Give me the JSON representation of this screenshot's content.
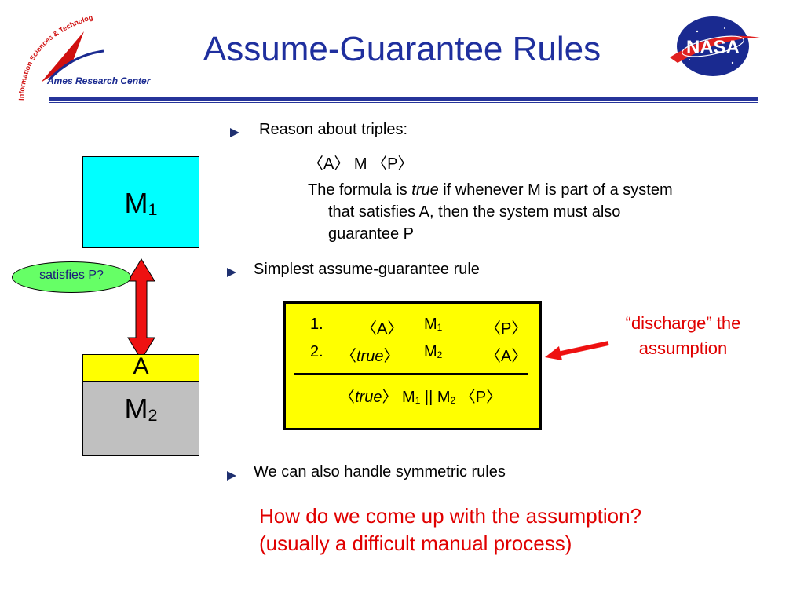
{
  "header": {
    "title": "Assume-Guarantee Rules",
    "ames_logo_text": "Ames Research Center",
    "ames_logo_arc_text": "Information Sciences & Technology",
    "nasa_logo_text": "NASA"
  },
  "diagram": {
    "m1_letter": "M",
    "m1_sub": "1",
    "a_label": "A",
    "m2_letter": "M",
    "m2_sub": "2",
    "satisfies_label": "satisfies P?"
  },
  "bullets": {
    "b1": "Reason about triples:",
    "triple": "〈A〉 M 〈P〉",
    "formula_pre": "The formula is ",
    "formula_em": "true",
    "formula_post": " if whenever M is part of a system",
    "formula_l2": "that satisfies A, then the system must also",
    "formula_l3": "guarantee P",
    "b2": "Simplest assume-guarantee rule",
    "b3": "We can also handle symmetric rules"
  },
  "rule": {
    "r1_num": "1.",
    "r1_assume": "〈A〉",
    "r1_m": "M",
    "r1_m_sub": "1",
    "r1_guar": "〈P〉",
    "r2_num": "2.",
    "r2_open": "〈",
    "r2_true": "true",
    "r2_close": "〉",
    "r2_m": "M",
    "r2_m_sub": "2",
    "r2_guar": "〈A〉",
    "c_open": "〈",
    "c_true": "true",
    "c_close": "〉",
    "c_m1": " M",
    "c_m1_sub": "1",
    "c_par": " || M",
    "c_m2_sub": "2",
    "c_guar": "  〈P〉"
  },
  "note": {
    "line1": "“discharge” the",
    "line2": "assumption"
  },
  "question": {
    "line1": "How do we come up with the assumption?",
    "line2": "(usually a difficult manual process)"
  },
  "colors": {
    "title": "#1f2f9e",
    "m1_box": "#00ffff",
    "a_box": "#ffff00",
    "m2_box": "#c0c0c0",
    "rule_box": "#ffff00",
    "red_text": "#e00000",
    "oval": "#66ff66"
  }
}
